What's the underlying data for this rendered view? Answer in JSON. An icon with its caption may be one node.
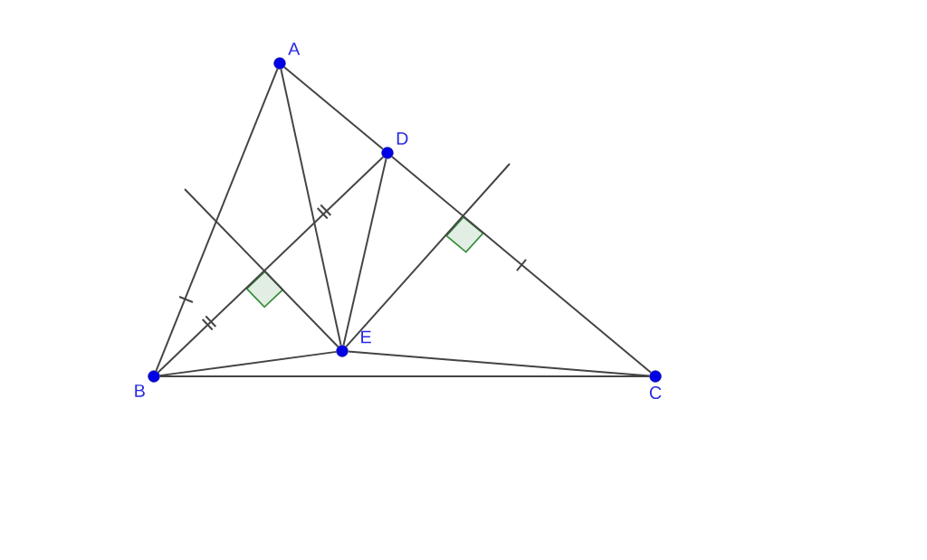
{
  "diagram": {
    "nodes": [
      {
        "text": [
          "A"
        ]
      },
      {
        "text": [
          "B"
        ]
      },
      {
        "text": [
          "C"
        ]
      },
      {
        "text": [
          "D"
        ]
      },
      {
        "text": [
          "E"
        ]
      }
    ],
    "edges": [
      {
        "from": 0,
        "to": 1,
        "arrow": "none"
      },
      {
        "from": 0,
        "to": 3,
        "arrow": "none"
      },
      {
        "from": 3,
        "to": 2,
        "arrow": "none"
      },
      {
        "from": 1,
        "to": 2,
        "arrow": "none"
      },
      {
        "from": 1,
        "to": 3,
        "arrow": "none"
      },
      {
        "from": 0,
        "to": 4,
        "arrow": "none"
      },
      {
        "from": 3,
        "to": 4,
        "arrow": "none"
      },
      {
        "from": 1,
        "to": 4,
        "arrow": "none"
      },
      {
        "from": 4,
        "to": 2,
        "arrow": "none"
      },
      {
        "from": 4,
        "to": null,
        "arrow": "none"
      },
      {
        "from": 4,
        "to": null,
        "arrow": "none"
      }
    ]
  }
}
